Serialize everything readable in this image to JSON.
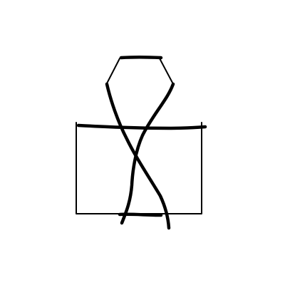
{
  "canvas": {
    "background_color": "#ffffff",
    "ink_color": "#000000"
  },
  "sketch": {
    "shapes": [
      "rectangle-outline",
      "hexagon-top",
      "crossing-strokes",
      "horizontal-stroke"
    ]
  }
}
